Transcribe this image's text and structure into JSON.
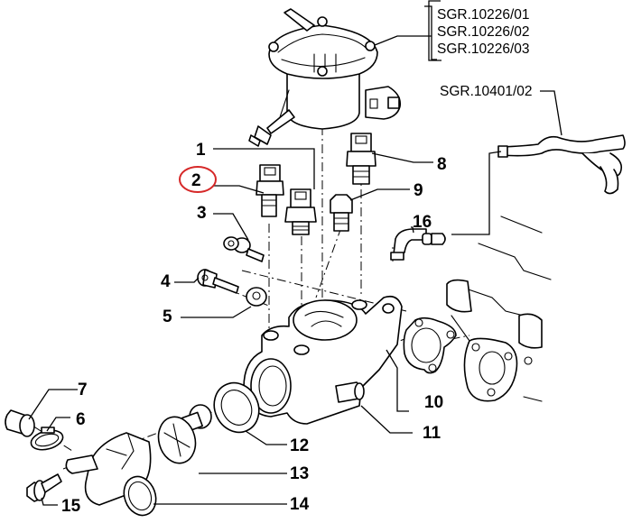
{
  "diagram": {
    "title": "Thermostat housing / coolant outlet exploded parts diagram",
    "highlight_color": "#d62828",
    "highlighted_callout": "2",
    "callouts": [
      {
        "id": "1",
        "label": "1",
        "part": "temperature-sender"
      },
      {
        "id": "2",
        "label": "2",
        "part": "temperature-sensor"
      },
      {
        "id": "3",
        "label": "3",
        "part": "bolt-with-washer"
      },
      {
        "id": "4",
        "label": "4",
        "part": "socket-head-screw"
      },
      {
        "id": "5",
        "label": "5",
        "part": "washer"
      },
      {
        "id": "6",
        "label": "6",
        "part": "hose-clamp"
      },
      {
        "id": "7",
        "label": "7",
        "part": "hose-stub"
      },
      {
        "id": "8",
        "label": "8",
        "part": "temperature-switch"
      },
      {
        "id": "9",
        "label": "9",
        "part": "plug-bolt"
      },
      {
        "id": "10",
        "label": "10",
        "part": "housing-gasket"
      },
      {
        "id": "11",
        "label": "11",
        "part": "thermostat-housing"
      },
      {
        "id": "12",
        "label": "12",
        "part": "seal-ring"
      },
      {
        "id": "13",
        "label": "13",
        "part": "thermostat"
      },
      {
        "id": "14",
        "label": "14",
        "part": "outlet-cover"
      },
      {
        "id": "15",
        "label": "15",
        "part": "flange-bolt"
      },
      {
        "id": "16",
        "label": "16",
        "part": "bleed-union"
      }
    ],
    "references": [
      {
        "id": "sgr-10226",
        "lines": [
          "SGR.10226/01",
          "SGR.10226/02",
          "SGR.10226/03"
        ],
        "part": "expansion-reservoir"
      },
      {
        "id": "sgr-10401",
        "lines": [
          "SGR.10401/02"
        ],
        "part": "bleed-hose"
      }
    ]
  }
}
